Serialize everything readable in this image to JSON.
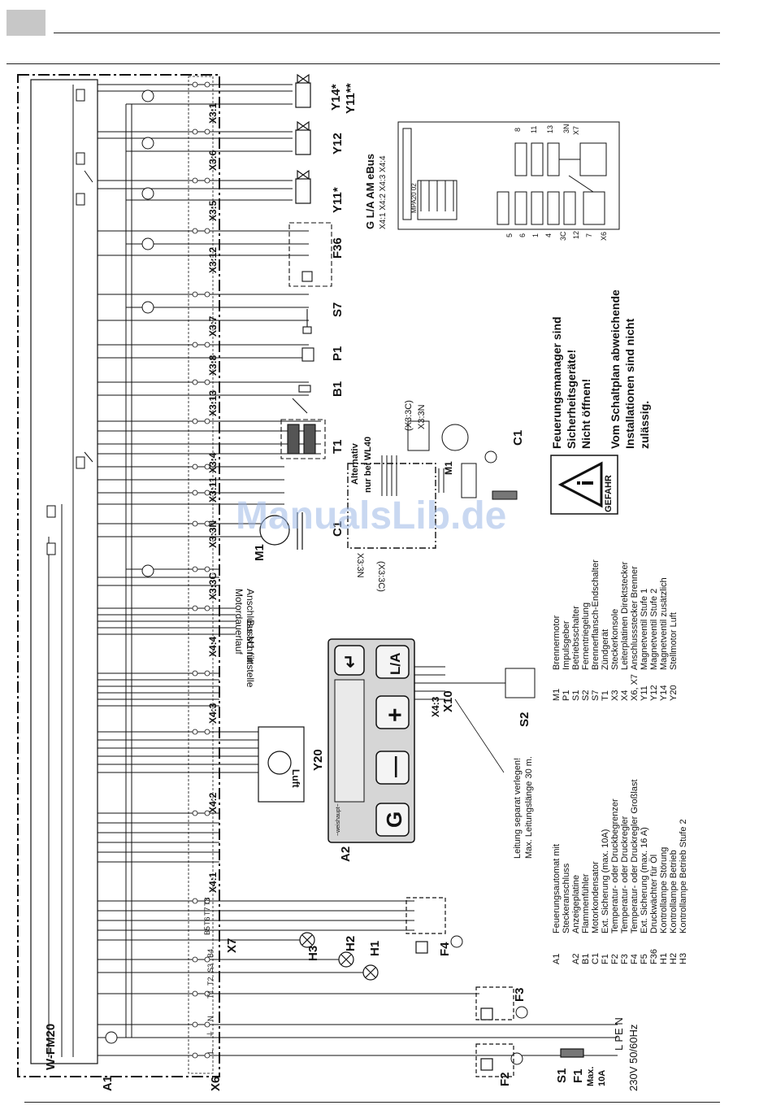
{
  "watermark": "ManualsLib.de",
  "module_label": "W-FM20",
  "module_ref": "A1",
  "terminal_blocks": {
    "x3_1": "X3:1",
    "x3_6": "X3:6",
    "x3_5": "X3:5",
    "x3_12": "X3:12",
    "x3_7": "X3:7",
    "x3_8": "X3:8",
    "x3_13": "X3:13",
    "x3_4": "X3:4",
    "x3_11": "X3:11",
    "x3_3n": "X3:3N",
    "x3_3c": "X3:3C",
    "x4_4": "X4:4",
    "x4_3": "X4:3",
    "x4_2": "X4:2",
    "x4_1": "X4:1",
    "x4_3b": "X4:3",
    "x7": "X7",
    "x6": "X6",
    "x10": "X10"
  },
  "x7_pins": [
    "T8",
    "T7",
    "T6",
    "B5",
    "B4",
    "S3",
    "T2",
    "T1"
  ],
  "x6_pins": [
    "N",
    "⏚",
    "L"
  ],
  "devices": {
    "y14": "Y14*",
    "y11b": "Y11**",
    "y12": "Y12",
    "y11": "Y11*",
    "f36": "F36",
    "s7": "S7",
    "p1": "P1",
    "b1": "B1",
    "t1": "T1",
    "c1": "C1",
    "m1": "M1",
    "m1_note_1": "Anschluss M1 für",
    "m1_note_2": "Motordauerlauf",
    "y20": "Y20",
    "luft": "Luft",
    "a2": "A2",
    "s2": "S2",
    "h1": "H1",
    "h2": "H2",
    "h3": "H3",
    "f4": "F4",
    "f3": "F3",
    "f2": "F2",
    "f1": "F1",
    "s1": "S1",
    "f1_max": "Max.",
    "f1_amp": "10A",
    "bus": "Busschnittstelle",
    "alt_1": "Alternativ",
    "alt_2": "nur bei WL40",
    "x33n_a": "X3:3N",
    "x33c_a": "(X3:3C)",
    "x33n_b": "X3:3N",
    "x33c_b": "(X3:3C)",
    "alt_m1": "M1",
    "alt_c1": "C1",
    "supply_1": "L PE N",
    "supply_2": "230V 50/60Hz",
    "cable_1": "Leitung separat verlegen!",
    "cable_2": "Max. Leitungslänge 30 m."
  },
  "panel": {
    "brand": "~weishaupt~",
    "btn_g": "G",
    "btn_minus": "—",
    "btn_plus": "+",
    "btn_la": "L/A",
    "btn_enter": "↵"
  },
  "board": {
    "title": "G  L/A AM eBus",
    "ports": "X4:1  X4:2  X4:3  X4:4",
    "chip": "MPA20  02",
    "pins_left": [
      "5",
      "6",
      "1",
      "4",
      "3C",
      "12",
      "7"
    ],
    "pins_top": [
      "8",
      "11",
      "13",
      "3N"
    ],
    "x7": "X7",
    "x6": "X6"
  },
  "warning": {
    "label": "GEFAHR",
    "lines": [
      "Feuerungsmanager sind",
      "Sicherheitsgeräte!",
      "Nicht öffnen!",
      "Vom Schaltplan abweichende",
      "Installationen sind nicht",
      "zulässig."
    ]
  },
  "legend_left": [
    {
      "code": "A1",
      "desc": "Feuerungsautomat mit"
    },
    {
      "code": "",
      "desc": "Steckeranschluss"
    },
    {
      "code": "A2",
      "desc": "Anzeigeplatine"
    },
    {
      "code": "B1",
      "desc": "Flammenfühler"
    },
    {
      "code": "C1",
      "desc": "Motorkondensator"
    },
    {
      "code": "F1",
      "desc": "Ext. Sicherung (max. 10A)"
    },
    {
      "code": "F2",
      "desc": "Temperatur- oder Druckbegrenzer"
    },
    {
      "code": "F3",
      "desc": "Temperatur- oder Druckregler"
    },
    {
      "code": "F4",
      "desc": "Temperatur- oder Druckregler Großlast"
    },
    {
      "code": "F5",
      "desc": "Ext. Sicherung (max. 16 A)"
    },
    {
      "code": "F36",
      "desc": "Druckwächter für Öl"
    },
    {
      "code": "H1",
      "desc": "Kontrollampe Störung"
    },
    {
      "code": "H2",
      "desc": "Kontrollampe Betrieb"
    },
    {
      "code": "H3",
      "desc": "Kontrollampe Betrieb Stufe 2"
    }
  ],
  "legend_right": [
    {
      "code": "M1",
      "desc": "Brennermotor"
    },
    {
      "code": "P1",
      "desc": "Impulsgeber"
    },
    {
      "code": "S1",
      "desc": "Betriebsschalter"
    },
    {
      "code": "S2",
      "desc": "Fernentriegelung"
    },
    {
      "code": "S7",
      "desc": "Brennerflansch-Endschalter"
    },
    {
      "code": "T1",
      "desc": "Zündgerät"
    },
    {
      "code": "X3",
      "desc": "Steckerkonsole"
    },
    {
      "code": "X4",
      "desc": "Leiterplatinen Direktstecker"
    },
    {
      "code": "X6, X7",
      "desc": "Anschlussstecker Brenner"
    },
    {
      "code": "Y11",
      "desc": "Magnetventil Stufe 1"
    },
    {
      "code": "Y12",
      "desc": "Magnetventil Stufe 2"
    },
    {
      "code": "Y14",
      "desc": "Magnetventil zusätzlich"
    },
    {
      "code": "Y20",
      "desc": "Stellmotor Luft"
    }
  ]
}
